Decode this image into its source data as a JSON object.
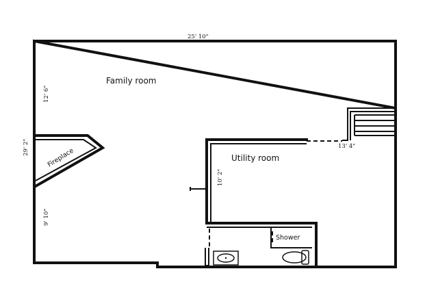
{
  "rooms": {
    "family_room": "Family room",
    "utility_room": "Utility room",
    "shower": "Shower",
    "fireplace": "Fireplace"
  },
  "dimensions": {
    "top_width": "25' 10\"",
    "left_height": "29' 2\"",
    "family_depth": "12' 6\"",
    "lower_depth": "9' 10\"",
    "utility_width": "13' 4\"",
    "utility_depth": "10' 2\""
  }
}
